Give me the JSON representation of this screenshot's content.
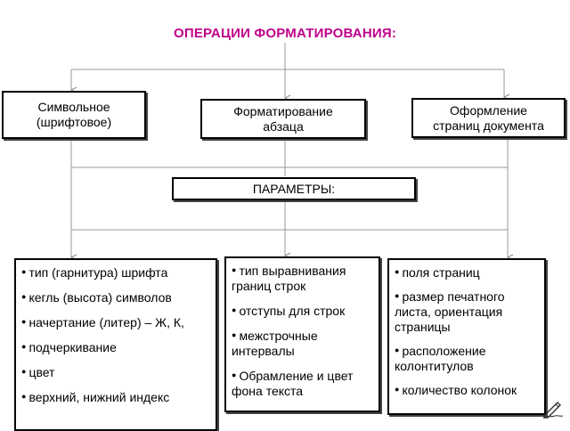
{
  "title": "ОПЕРАЦИИ ФОРМАТИРОВАНИЯ:",
  "categories": [
    {
      "label": "Символьное\n(шрифтовое)"
    },
    {
      "label": "Форматирование\nабзаца"
    },
    {
      "label": "Оформление\nстраниц документа"
    }
  ],
  "parameters_label": "ПАРАМЕТРЫ:",
  "lists": [
    {
      "items": [
        "тип (гарнитура) шрифта",
        "кегль (высота) символов",
        "начертание (литер) – Ж, К,",
        "подчеркивание",
        "цвет",
        "верхний, нижний индекс"
      ]
    },
    {
      "items": [
        "тип выравнивания границ строк",
        "отступы для строк",
        "межстрочные интервалы",
        "Обрамление и цвет фона текста"
      ]
    },
    {
      "items": [
        "поля страниц",
        "размер печатного листа, ориентация страницы",
        "расположение колонтитулов",
        "количество колонок"
      ]
    }
  ],
  "icons": {
    "corner": "pen-icon"
  },
  "colors": {
    "title": "#c0008a",
    "border": "#000000",
    "lines": "#999999"
  }
}
